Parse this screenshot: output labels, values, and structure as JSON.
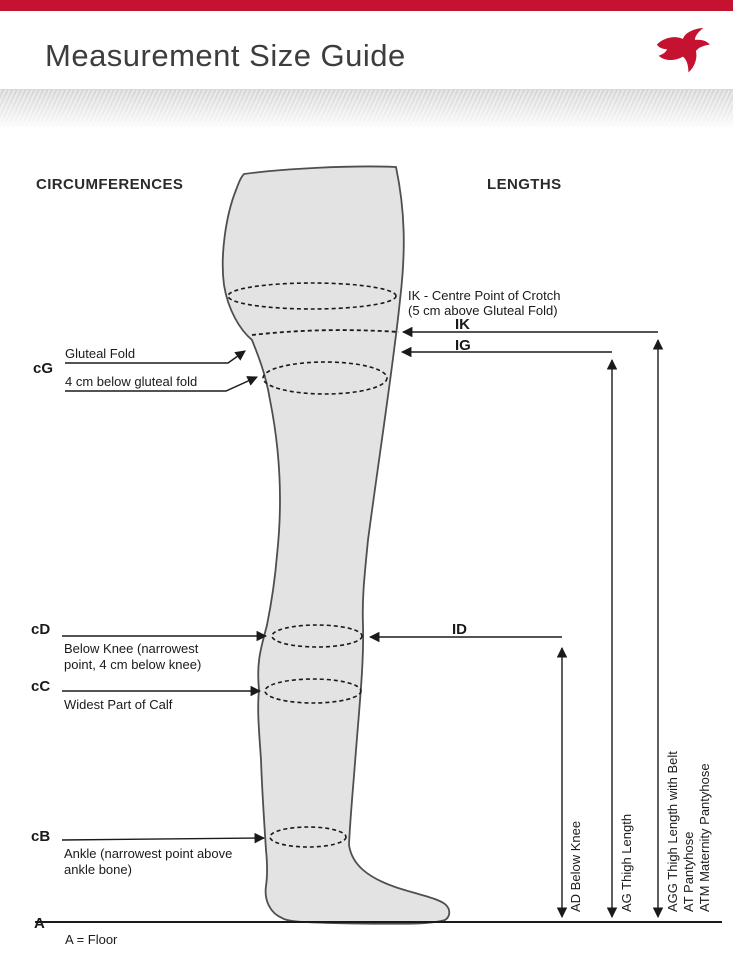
{
  "colors": {
    "accent_red": "#c41230",
    "leg_fill": "#e3e3e3",
    "leg_stroke": "#4f4f4f",
    "line_color": "#1a1a1a",
    "title_color": "#3d3d3d"
  },
  "header": {
    "title": "Measurement Size Guide"
  },
  "column_headings": {
    "left": "CIRCUMFERENCES",
    "right": "LENGTHS"
  },
  "circumference_labels": {
    "cg_code": "cG",
    "cg_line1": "Gluteal Fold",
    "cg_line2": "4 cm below gluteal fold",
    "cd_code": "cD",
    "cd_text": "Below Knee (narrowest point, 4 cm below knee)",
    "cc_code": "cC",
    "cc_text": "Widest Part of Calf",
    "cb_code": "cB",
    "cb_text": "Ankle (narrowest point above ankle bone)",
    "a_code": "A",
    "a_text": "A = Floor"
  },
  "length_labels": {
    "ik_note_line1": "IK - Centre Point of Crotch",
    "ik_note_line2": "(5 cm above Gluteal Fold)",
    "ik_code": "IK",
    "ig_code": "IG",
    "id_code": "ID",
    "ad_label": "AD Below Knee",
    "ag_label": "AG Thigh Length",
    "agg_label": "AGG Thigh Length with Belt",
    "at_label": "AT Pantyhose",
    "atm_label": "ATM Maternity Pantyhose"
  }
}
